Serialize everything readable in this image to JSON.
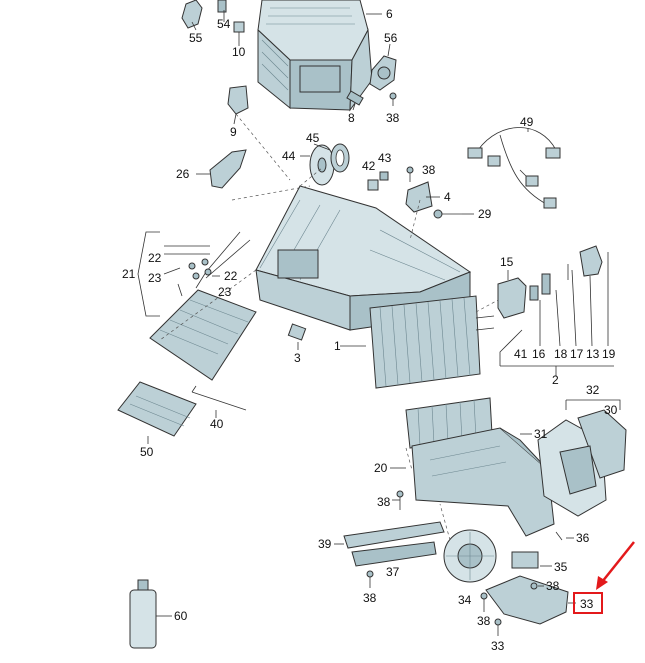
{
  "diagram": {
    "part_labels": [
      "55",
      "54",
      "10",
      "6",
      "56",
      "8",
      "9",
      "38",
      "45",
      "44",
      "42",
      "43",
      "38",
      "26",
      "4",
      "29",
      "49",
      "22",
      "21",
      "23",
      "22",
      "23",
      "15",
      "3",
      "1",
      "41",
      "16",
      "18",
      "17",
      "13",
      "19",
      "2",
      "40",
      "50",
      "32",
      "30",
      "31",
      "20",
      "38",
      "36",
      "39",
      "37",
      "35",
      "38",
      "34",
      "38",
      "38",
      "33",
      "60"
    ],
    "highlighted_label": "33",
    "colors": {
      "part_fill": "#bcd0d6",
      "part_dark": "#a9c1c8",
      "line": "#333333",
      "highlight": "#e3191b"
    }
  }
}
